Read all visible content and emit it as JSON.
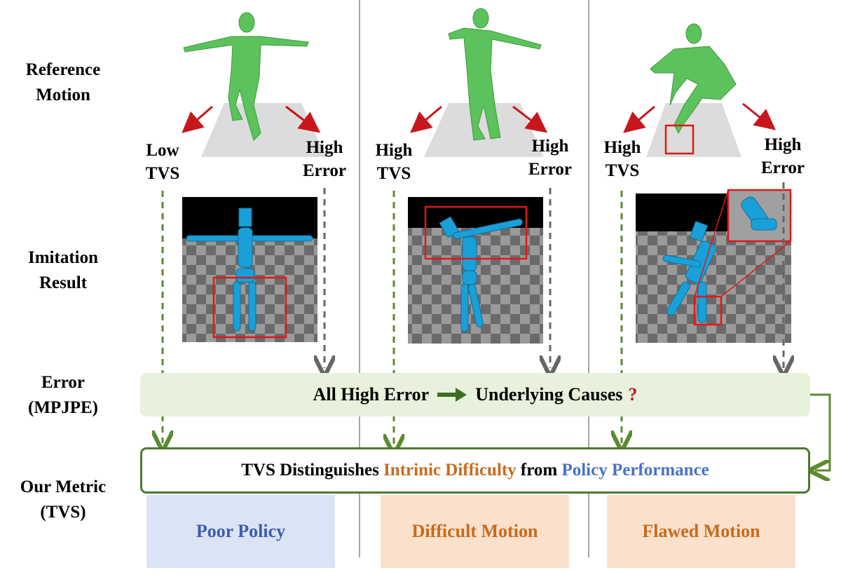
{
  "rows": {
    "reference": [
      "Reference",
      "Motion"
    ],
    "imitation": [
      "Imitation",
      "Result"
    ],
    "error": [
      "Error",
      "(MPJPE)"
    ],
    "metric": [
      "Our Metric",
      "(TVS)"
    ]
  },
  "columns": [
    {
      "tvs_label": "Low\nTVS",
      "error_label": "High\nError",
      "outcome": "Poor Policy"
    },
    {
      "tvs_label": "High\nTVS",
      "error_label": "High\nError",
      "outcome": "Difficult Motion"
    },
    {
      "tvs_label": "High\nTVS",
      "error_label": "High\nError",
      "outcome": "Flawed Motion"
    }
  ],
  "error_bar": {
    "left": "All High Error",
    "right": "Underlying Causes",
    "mark": "?"
  },
  "metric_bar": {
    "part1": "TVS Distinguishes ",
    "part2": "Intrinic Difficulty",
    "part3": " from ",
    "part4": "Policy Performance"
  },
  "colors": {
    "body_green": "#5cc25c",
    "robot_blue": "#1aa0d8",
    "highlight_red": "#e01818",
    "arrow_red": "#c8161d",
    "dashed_green": "#5d8a2f",
    "dashed_gray": "#666666",
    "orange_text": "#c86a1e",
    "blue_text": "#3d5db0",
    "poor_policy_bg": "#dbe4f4",
    "motion_bg": "#fbe1cb"
  }
}
